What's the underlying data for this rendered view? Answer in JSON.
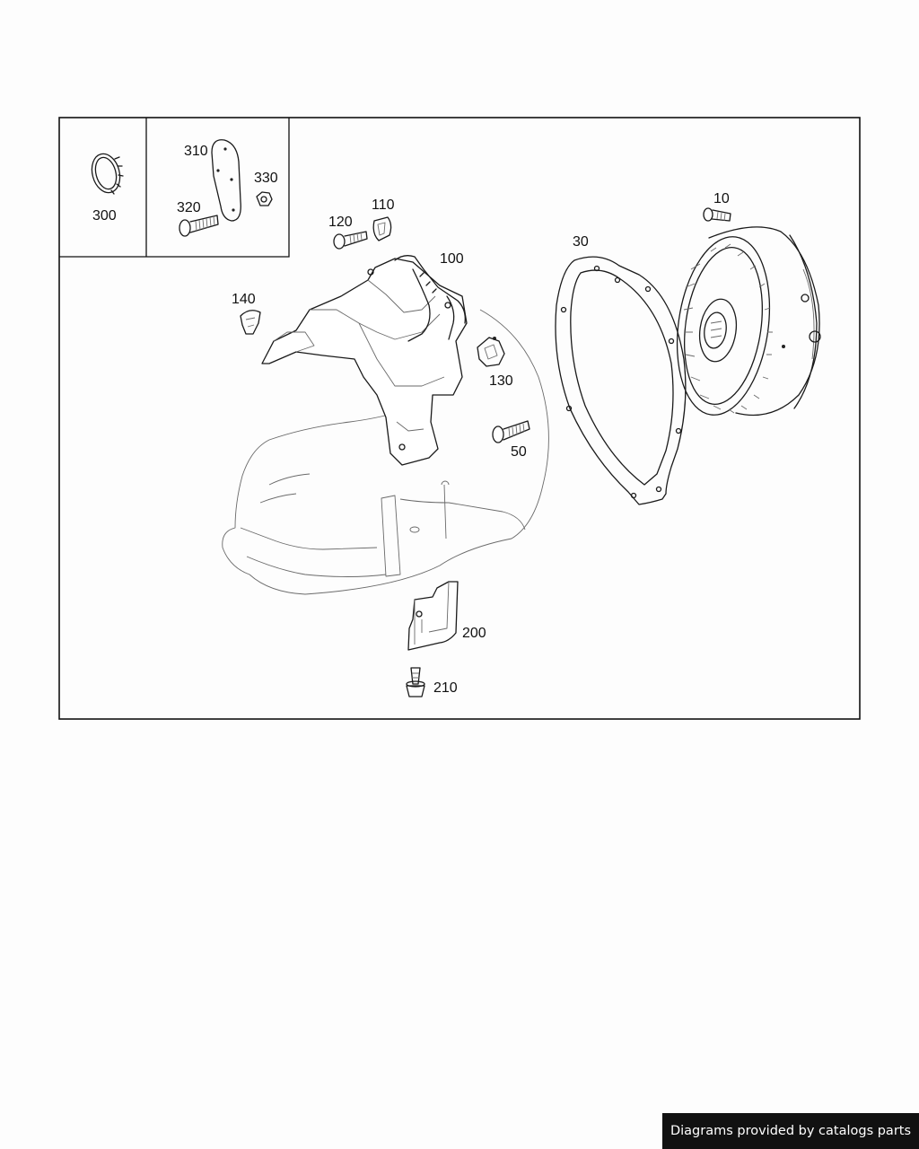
{
  "diagram": {
    "callouts": {
      "c10": "10",
      "c30": "30",
      "c50": "50",
      "c100": "100",
      "c110": "110",
      "c120": "120",
      "c130": "130",
      "c140": "140",
      "c200": "200",
      "c210": "210",
      "c300": "300",
      "c310": "310",
      "c320": "320",
      "c330": "330"
    }
  },
  "footer": {
    "credit": "Diagrams provided by catalogs parts"
  }
}
